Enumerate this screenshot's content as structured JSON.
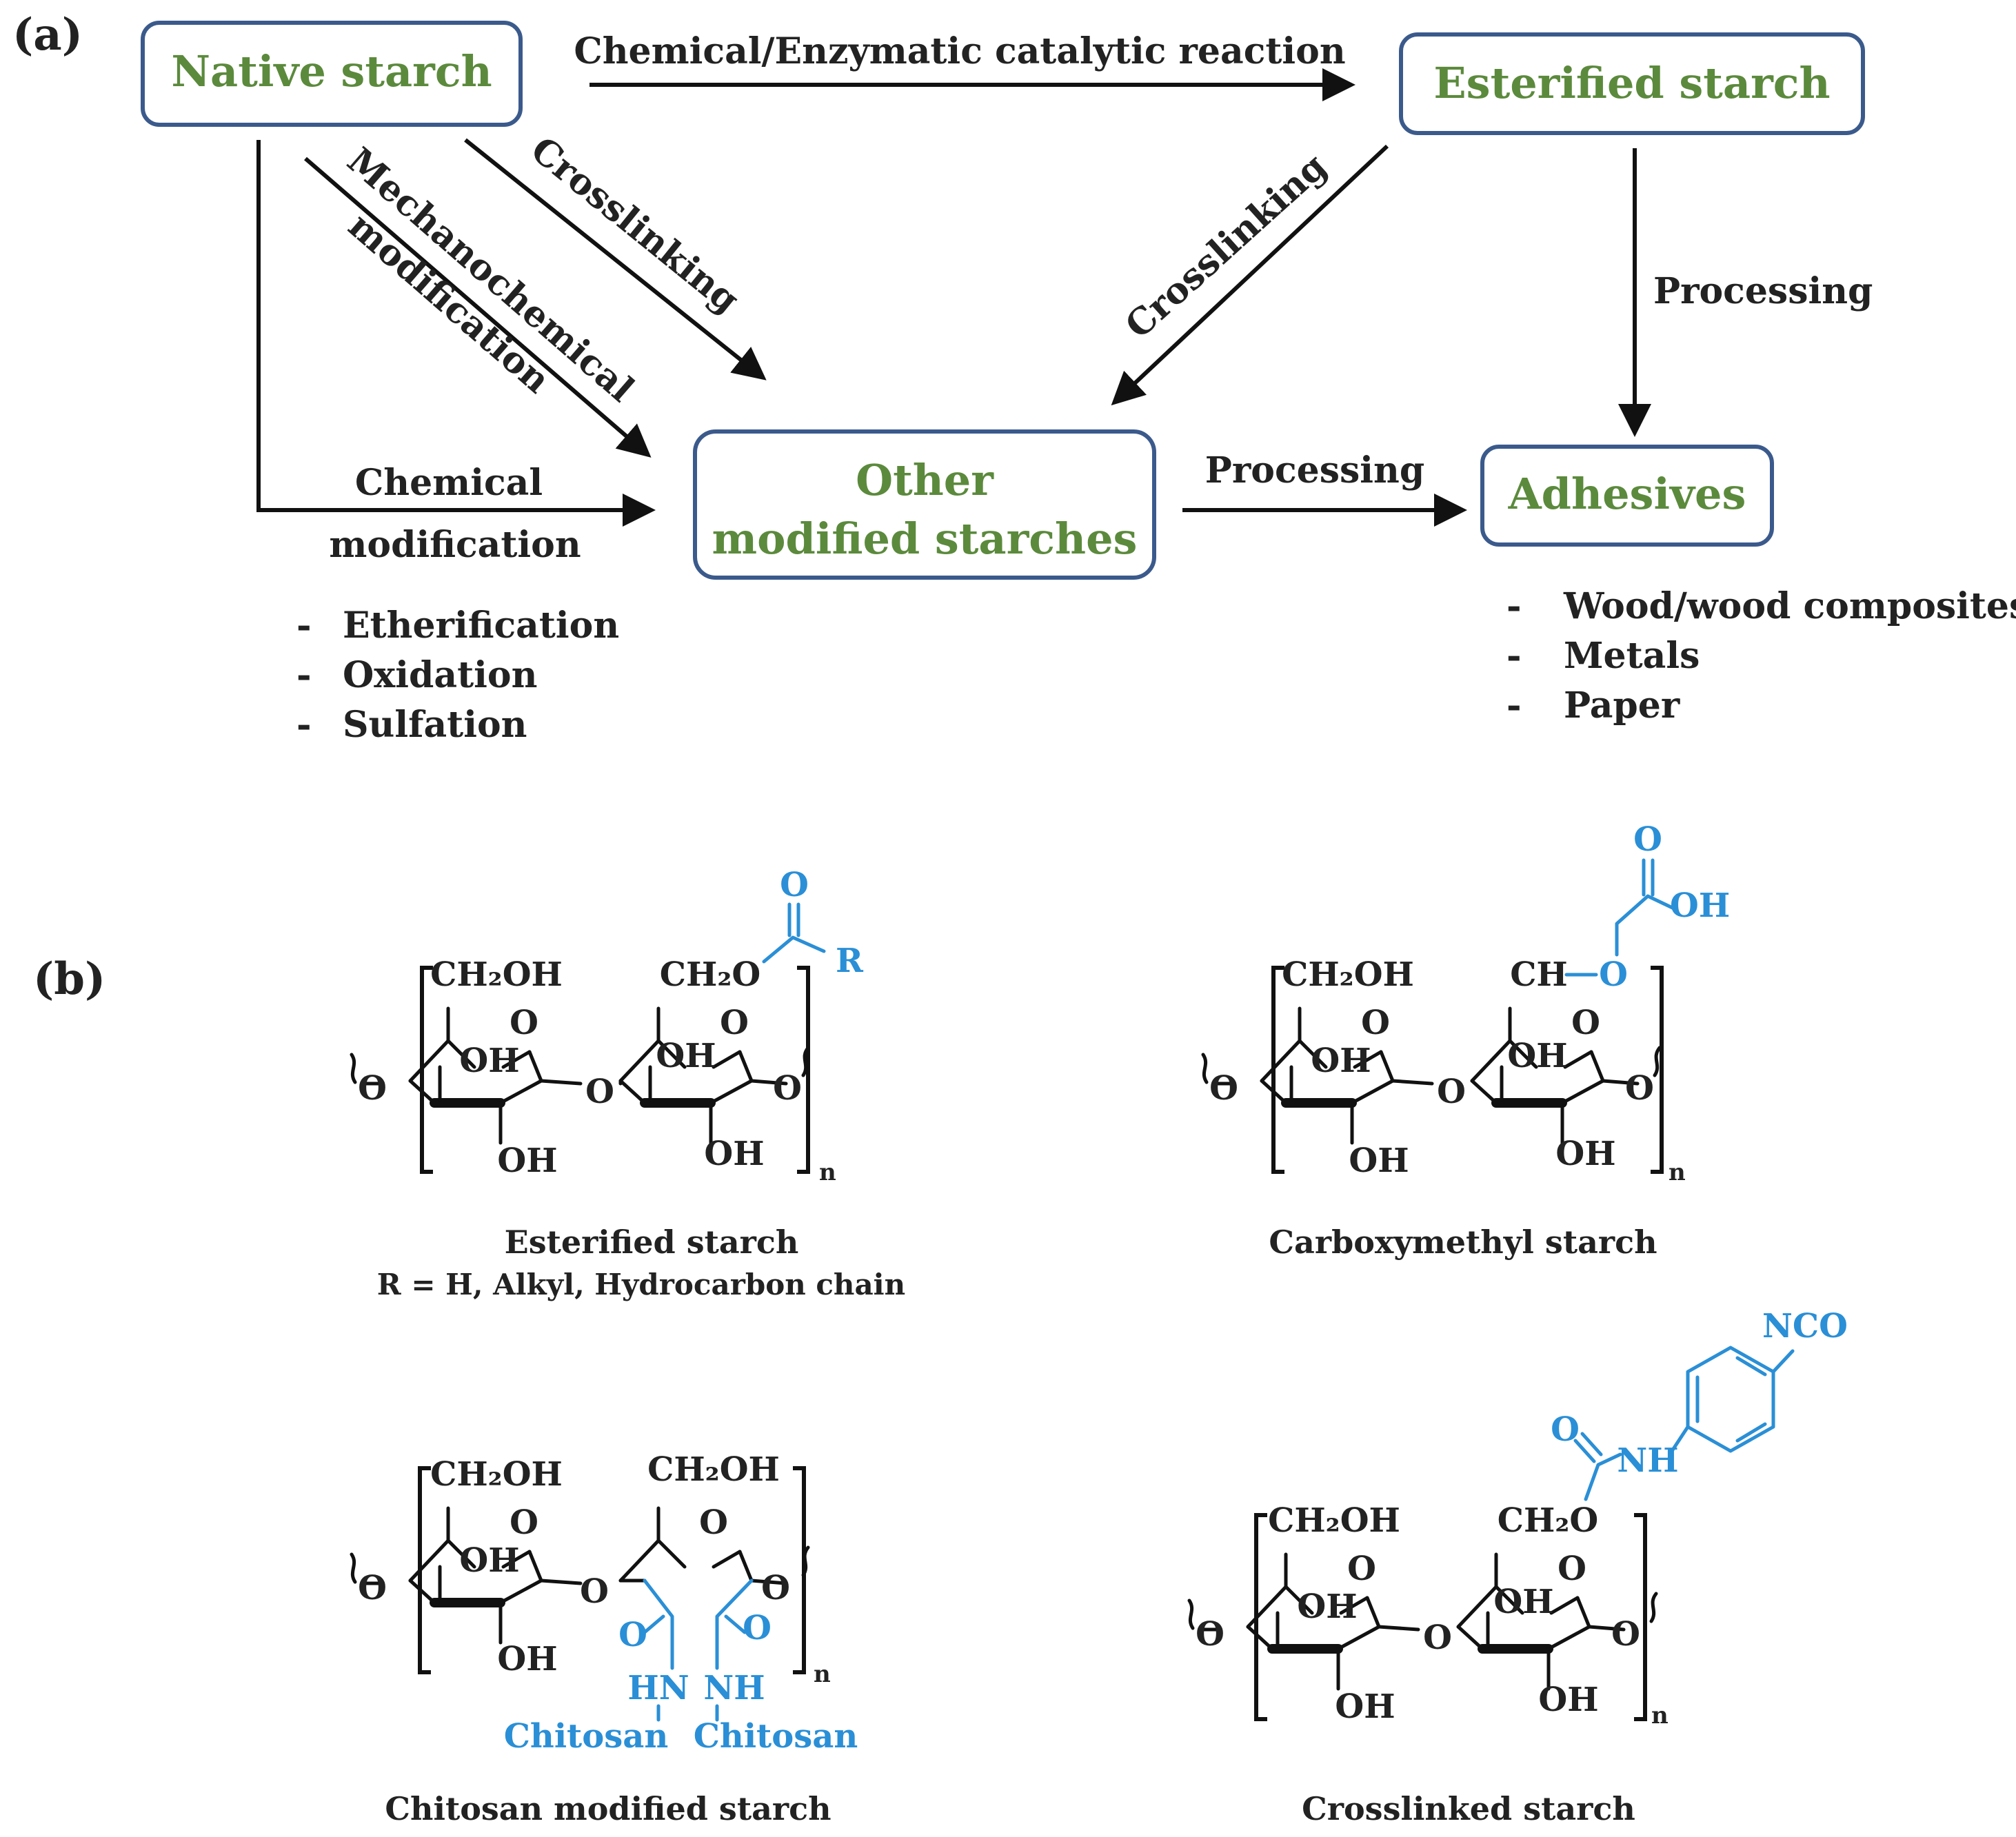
{
  "panel_a": {
    "label": "(a)",
    "nodes": {
      "native": "Native starch",
      "esterified": "Esterified starch",
      "other_line1": "Other",
      "other_line2": "modified starches",
      "adhesives": "Adhesives"
    },
    "edges": {
      "chem_enzymatic": "Chemical/Enzymatic catalytic reaction",
      "crosslinking_1": "Crosslinking",
      "crosslinking_2": "Crosslinking",
      "mechanochem_line1": "Mechanochemical",
      "mechanochem_line2": "modification",
      "chemical_mod_line1": "Chemical",
      "chemical_mod_line2": "modification",
      "processing_1": "Processing",
      "processing_2": "Processing"
    },
    "chemical_mod_list": [
      "Etherification",
      "Oxidation",
      "Sulfation"
    ],
    "adhesive_list": [
      "Wood/wood composites",
      "Metals",
      "Paper"
    ],
    "bullet": "-"
  },
  "panel_b": {
    "label": "(b)",
    "structures": [
      {
        "caption": "Esterified starch",
        "subcaption": "R = H, Alkyl, Hydrocarbon chain",
        "substituent": [
          "O",
          "R"
        ]
      },
      {
        "caption": "Carboxymethyl starch",
        "substituent": [
          "O",
          "OH",
          "O"
        ]
      },
      {
        "caption": "Chitosan modified starch",
        "substituent": [
          "O",
          "O",
          "HN",
          "NH",
          "Chitosan",
          "Chitosan"
        ]
      },
      {
        "caption": "Crosslinked starch",
        "substituent": [
          "O",
          "NH",
          "NCO"
        ]
      }
    ],
    "atoms": {
      "ch2oh": "CH₂OH",
      "ch2o": "CH₂O",
      "ch": "CH",
      "o": "O",
      "oh": "OH",
      "n": "n"
    }
  },
  "colors": {
    "node_text": "#5b8a3c",
    "node_border": "#3b5a8c",
    "substituent": "#2a8fd6",
    "ink": "#111111"
  }
}
